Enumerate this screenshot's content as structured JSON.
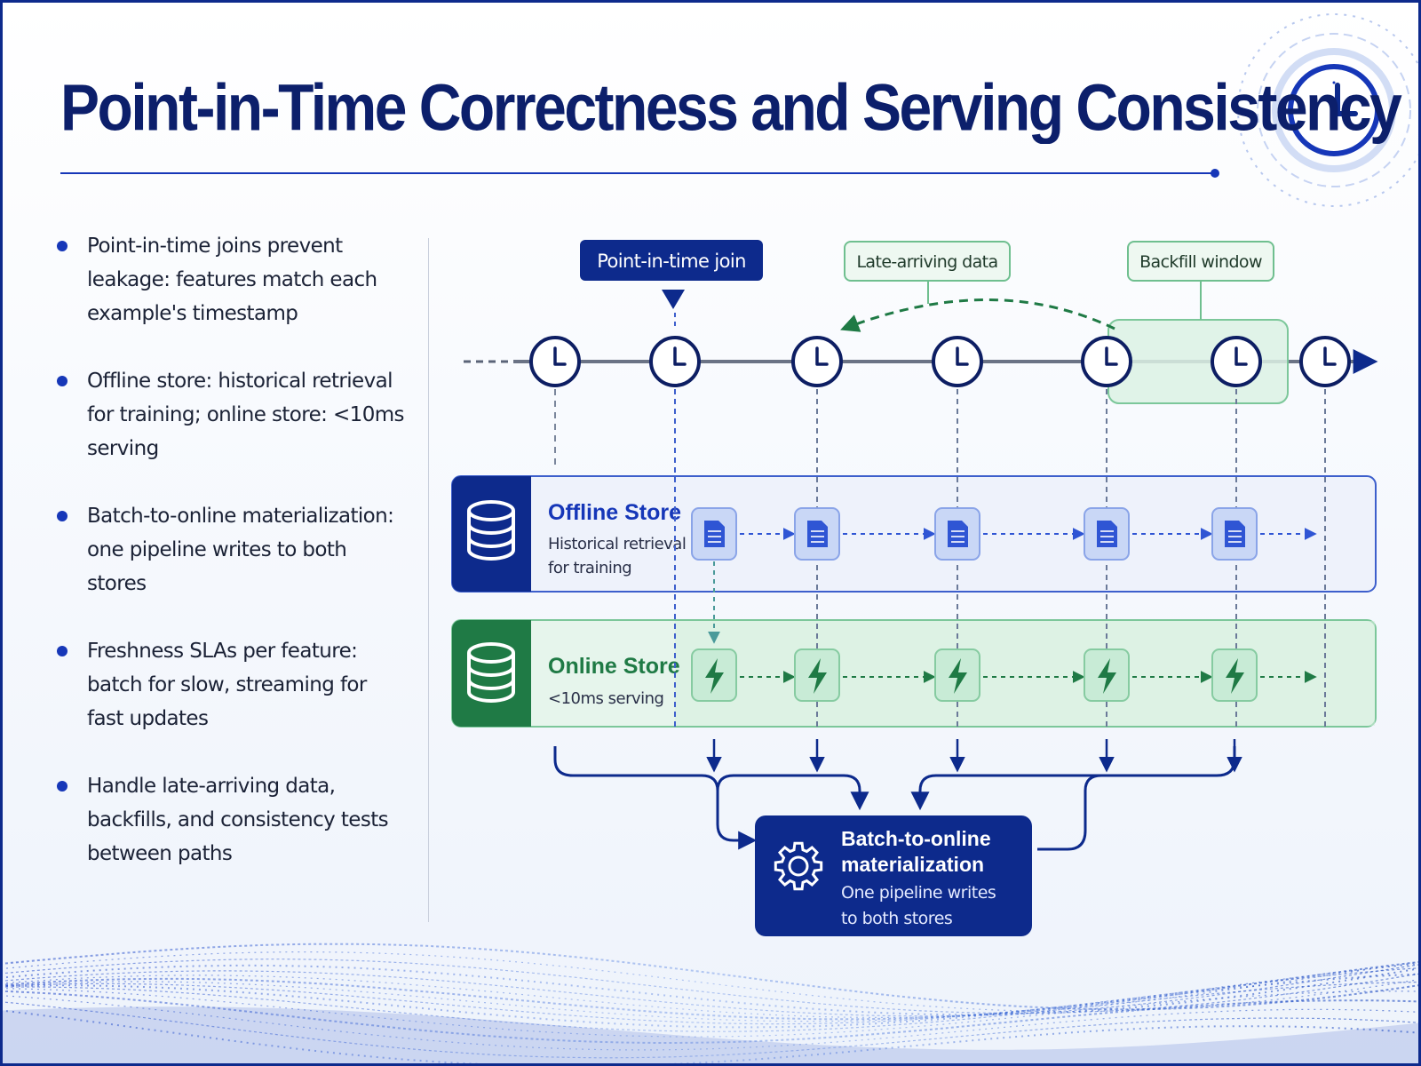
{
  "title": "Point-in-Time Correctness and Serving Consistency",
  "bullets": [
    "Point-in-time joins prevent leakage: features match each example's timestamp",
    "Offline store: historical retrieval for training; online store: <10ms serving",
    "Batch-to-online materialization: one pipeline writes to both stores",
    "Freshness SLAs per feature: batch for slow, streaming for fast updates",
    "Handle late-arriving data, backfills, and consistency tests between paths"
  ],
  "callouts": {
    "pit_join": "Point-in-time join",
    "late_data": "Late-arriving data",
    "backfill": "Backfill window"
  },
  "offline_store": {
    "name": "Offline Store",
    "desc_line1": "Historical retrieval",
    "desc_line2": "for training"
  },
  "online_store": {
    "name": "Online Store",
    "desc": "<10ms serving"
  },
  "materialization": {
    "title_line1": "Batch-to-online",
    "title_line2": "materialization",
    "desc_line1": "One pipeline writes",
    "desc_line2": "to both stores"
  },
  "icons": {
    "timeline": "clock-icon",
    "offline": "database-icon",
    "online": "database-icon",
    "offline_cell": "document-icon",
    "online_cell": "lightning-icon",
    "materialization": "gear-icon",
    "decor": "clock-icon"
  },
  "colors": {
    "navy": "#0d2a8c",
    "blue": "#1637b8",
    "green": "#1f7a45",
    "green_light": "#e3f4ea",
    "blue_light": "#e9effb"
  }
}
